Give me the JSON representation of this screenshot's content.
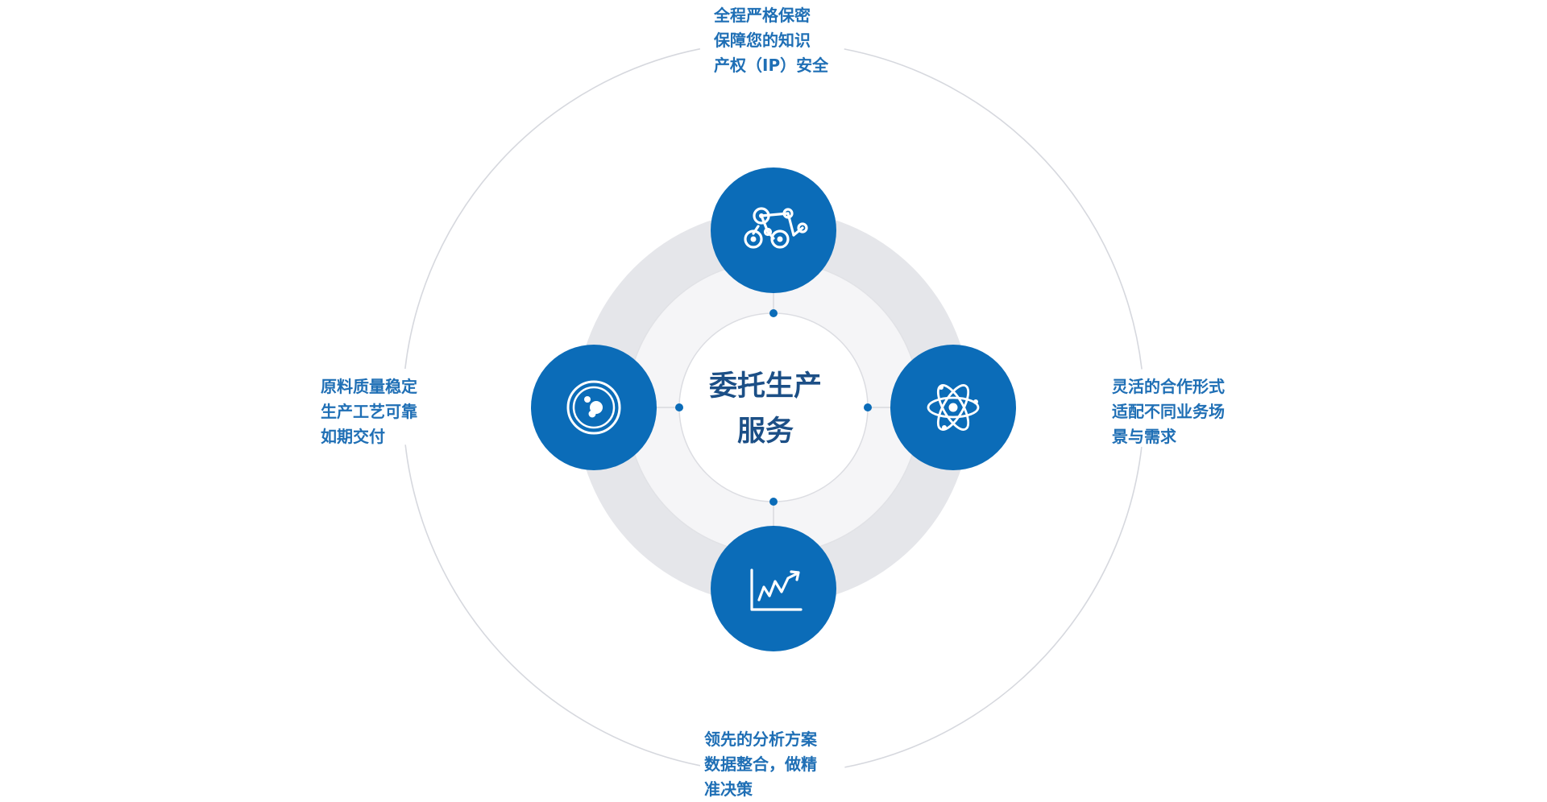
{
  "colors": {
    "node_blue": "#0b6cb8",
    "label_blue": "#1f6fb5",
    "center_text": "#1c4f86",
    "outer_ring_line": "#d6d8de",
    "ring_gray": "#e5e6ea",
    "inner_disc": "#f5f5f7"
  },
  "center": {
    "line1": "委托生产",
    "line2": "服务"
  },
  "labels": {
    "top": [
      "全程严格保密",
      "保障您的知识",
      "产权（IP）安全"
    ],
    "left": [
      "原料质量稳定",
      "生产工艺可靠",
      "如期交付"
    ],
    "right": [
      "灵活的合作形式",
      "适配不同业务场",
      "景与需求"
    ],
    "bottom": [
      "领先的分析方案",
      "数据整合，做精",
      "准决策"
    ]
  },
  "nodes": {
    "top": "molecule-network-icon",
    "left": "bubble-particle-icon",
    "right": "atom-icon",
    "bottom": "growth-chart-icon"
  }
}
